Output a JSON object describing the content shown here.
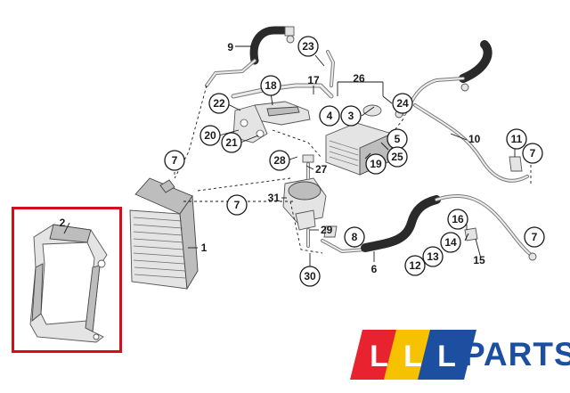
{
  "callouts": {
    "c1": "1",
    "c2": "2",
    "c3": "3",
    "c4": "4",
    "c5": "5",
    "c6": "6",
    "c7": "7",
    "c8": "8",
    "c9": "9",
    "c10": "10",
    "c11": "11",
    "c12": "12",
    "c13": "13",
    "c14": "14",
    "c15": "15",
    "c16": "16",
    "c17": "17",
    "c18": "18",
    "c19": "19",
    "c20": "20",
    "c21": "21",
    "c22": "22",
    "c23": "23",
    "c24": "24",
    "c25": "25",
    "c26": "26",
    "c27": "27",
    "c28": "28",
    "c29": "29",
    "c30": "30",
    "c31": "31"
  },
  "brand": {
    "letter_1": "L",
    "letter_2": "L",
    "letter_3": "L",
    "word": "PARTS",
    "tile_colors": [
      "#e8232f",
      "#f6c200",
      "#1d4fa0"
    ],
    "word_color": "#1d4fa0"
  },
  "highlight_color": "#d40f1b"
}
